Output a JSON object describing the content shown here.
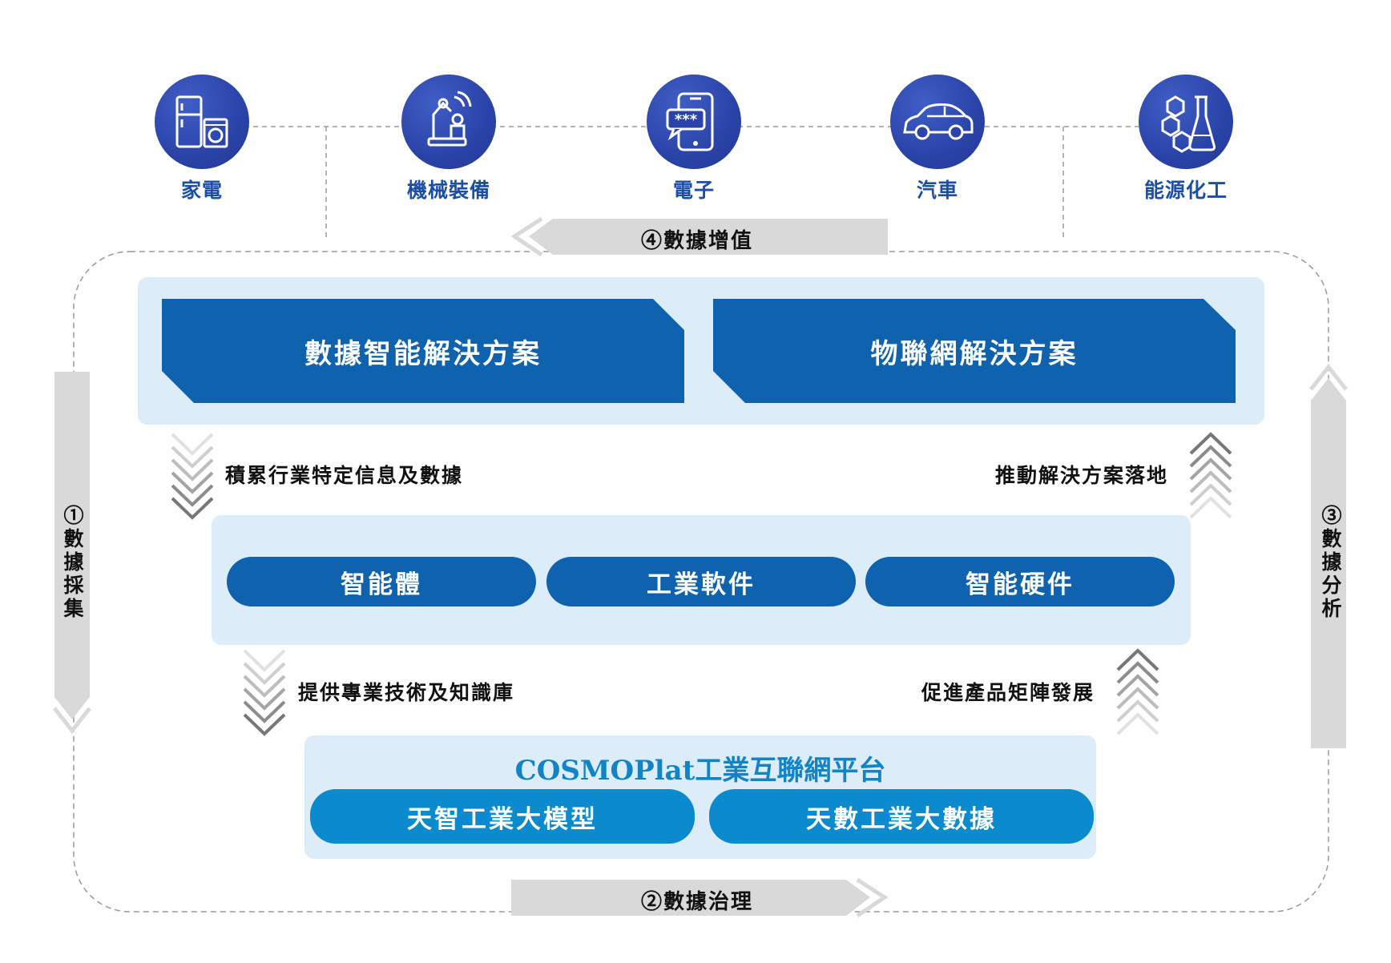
{
  "industries": [
    {
      "label": "家電",
      "icon": "appliance-icon"
    },
    {
      "label": "機械裝備",
      "icon": "robot-arm-icon"
    },
    {
      "label": "電子",
      "icon": "phone-icon"
    },
    {
      "label": "汽車",
      "icon": "car-icon"
    },
    {
      "label": "能源化工",
      "icon": "chemistry-icon"
    }
  ],
  "cycle": {
    "step1": "①數據採集",
    "step2": "②數據治理",
    "step3": "③數據分析",
    "step4": "④數據增值"
  },
  "solutions": {
    "left": "數據智能解決方案",
    "right": "物聯網解決方案"
  },
  "flows": {
    "accumulate": "積累行業特定信息及數據",
    "promote_solution": "推動解決方案落地",
    "provide": "提供專業技術及知識庫",
    "promote_product": "促進產品矩陣發展"
  },
  "products": [
    "智能體",
    "工業軟件",
    "智能硬件"
  ],
  "platform": {
    "title": "COSMOPlat工業互聯網平台",
    "modules": [
      "天智工業大模型",
      "天數工業大數據"
    ]
  },
  "colors": {
    "accent_blue": "#0f62ad",
    "cyan": "#0b8bcd",
    "panel": "#dcecf8",
    "icon_circle": "#2a43a8",
    "arrow_grey": "#d9d9d9"
  }
}
